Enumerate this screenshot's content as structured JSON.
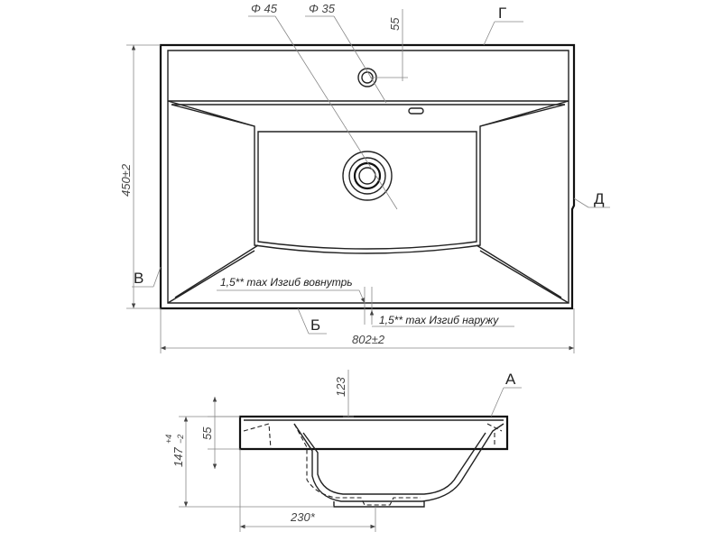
{
  "top_view": {
    "dim_diameter_45": "Φ 45",
    "dim_diameter_35": "Φ 35",
    "dim_55_top": "55",
    "dim_height": "450±2",
    "dim_width": "802±2",
    "label_g": "Г",
    "label_d": "Д",
    "label_v": "В",
    "label_b": "Б",
    "note_inward": "1,5** max Изгиб вовнутрь",
    "note_outward": "1,5** max Изгиб наружу"
  },
  "side_view": {
    "label_a": "А",
    "dim_123": "123",
    "dim_55": "55",
    "dim_147": "147",
    "dim_147_tol_upper": "+4",
    "dim_147_tol_lower": "−2",
    "dim_230": "230*"
  }
}
